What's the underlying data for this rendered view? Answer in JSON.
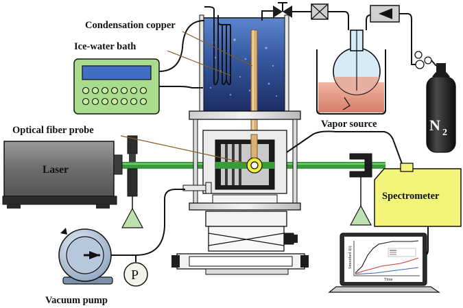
{
  "labels": {
    "condensation_copper": "Condensation copper",
    "ice_water_bath": "Ice-water bath",
    "optical_fiber_probe": "Optical fiber probe",
    "vapor_source": "Vapor source",
    "laser": "Laser",
    "spectrometer": "Spectrometer",
    "vacuum_pump": "Vacuum pump",
    "pressure_gauge": "P",
    "gas_cylinder": "N",
    "gas_cylinder_subscript": "2",
    "chart_ylabel": "Smoothed I(t)",
    "chart_xlabel": "Time"
  },
  "colors": {
    "laser_beam": "#3a9b3a",
    "water_bath": "#2f55a8",
    "copper_rod": "#d9b27a",
    "controller_body": "#a9dc8c",
    "controller_screen": "#3f6ec4",
    "spectrometer_body": "#f2f57a",
    "vapor_liquid": "#e39a86",
    "cylinder_body": "#1c1c1c",
    "chamber_inner": "#c9c9c9"
  }
}
